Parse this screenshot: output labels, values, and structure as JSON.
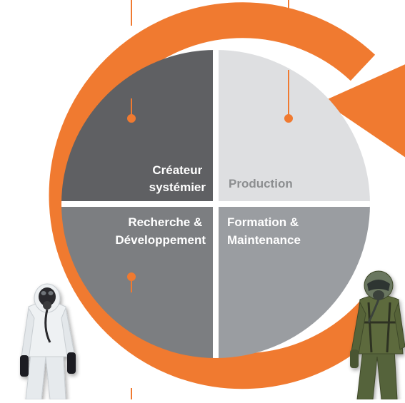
{
  "diagram": {
    "quadrants": {
      "top_left": {
        "line1": "Créateur",
        "line2": "systémier",
        "fill": "#5f6063",
        "text_color": "#ffffff"
      },
      "top_right": {
        "line1": "Production",
        "fill": "#dedfe1",
        "text_color": "#8c8e90"
      },
      "bottom_left": {
        "line1": "Recherche &",
        "line2": "Développement",
        "fill": "#7c7e81",
        "text_color": "#ffffff"
      },
      "bottom_right": {
        "line1": "Formation &",
        "line2": "Maintenance",
        "fill": "#9a9da1",
        "text_color": "#ffffff"
      }
    },
    "colors": {
      "ring": "#f07a30",
      "connector": "#f07a30",
      "divider": "#ffffff"
    },
    "figures": {
      "left": {
        "icon": "hazmat-suit-person-icon",
        "suit_color": "#e9edf0"
      },
      "right": {
        "icon": "pilot-flight-suit-person-icon",
        "suit_color": "#5d6b3e"
      }
    }
  }
}
